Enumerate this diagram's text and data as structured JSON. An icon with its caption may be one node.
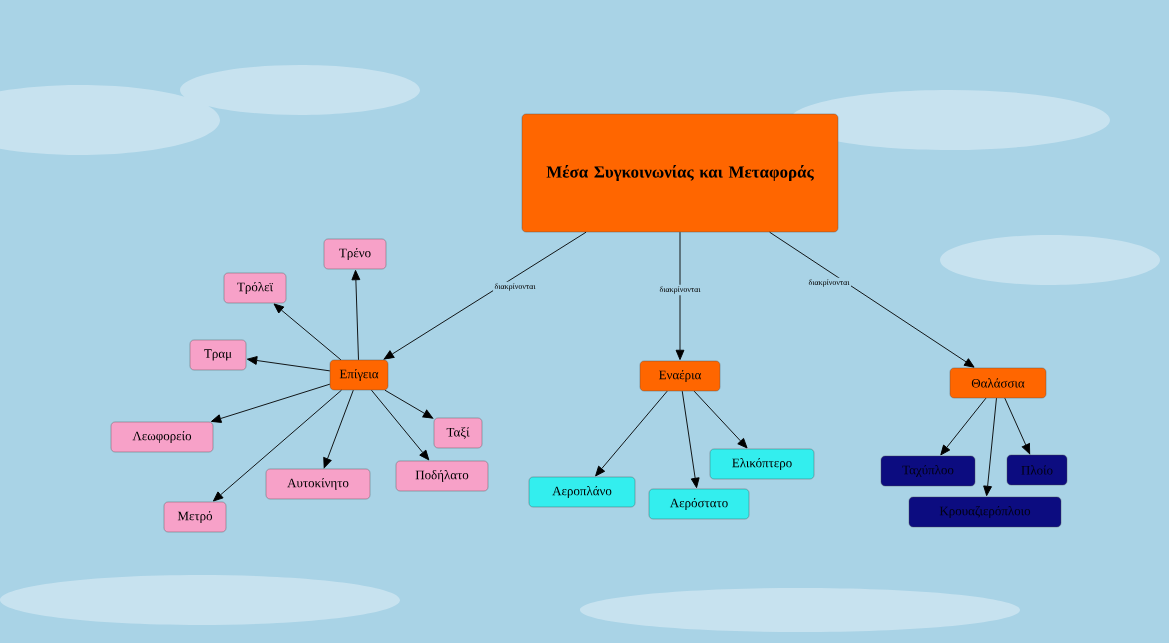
{
  "diagram": {
    "nodes": [
      {
        "text": [
          "Μέσα Συγκοινωνίας και Μεταφοράς"
        ]
      },
      {
        "text": [
          "Επίγεια"
        ]
      },
      {
        "text": [
          "Εναέρια"
        ]
      },
      {
        "text": [
          "Θαλάσσια"
        ]
      },
      {
        "text": [
          "Τρένο"
        ]
      },
      {
        "text": [
          "Τρόλεϊ"
        ]
      },
      {
        "text": [
          "Τραμ"
        ]
      },
      {
        "text": [
          "Λεωφορείο"
        ]
      },
      {
        "text": [
          "Ταξί"
        ]
      },
      {
        "text": [
          "Αυτοκίνητο"
        ]
      },
      {
        "text": [
          "Ποδήλατο"
        ]
      },
      {
        "text": [
          "Μετρό"
        ]
      },
      {
        "text": [
          "Ελικόπτερο"
        ]
      },
      {
        "text": [
          "Αεροπλάνο"
        ]
      },
      {
        "text": [
          "Αερόστατο"
        ]
      },
      {
        "text": [
          "Ταχύπλοο"
        ]
      },
      {
        "text": [
          "Πλοίο"
        ]
      },
      {
        "text": [
          "Κρουαζιερόπλοιο"
        ]
      }
    ],
    "edges": [
      {
        "from": 0,
        "to": 1,
        "arrow": "to",
        "label": "διακρίνονται"
      },
      {
        "from": 0,
        "to": 2,
        "arrow": "to",
        "label": "διακρίνονται"
      },
      {
        "from": 0,
        "to": 3,
        "arrow": "to",
        "label": "διακρίνονται"
      },
      {
        "from": 1,
        "to": 4,
        "arrow": "to"
      },
      {
        "from": 1,
        "to": 5,
        "arrow": "to"
      },
      {
        "from": 1,
        "to": 6,
        "arrow": "to"
      },
      {
        "from": 1,
        "to": 7,
        "arrow": "to"
      },
      {
        "from": 1,
        "to": 8,
        "arrow": "to"
      },
      {
        "from": 1,
        "to": 9,
        "arrow": "to"
      },
      {
        "from": 1,
        "to": 10,
        "arrow": "to"
      },
      {
        "from": 1,
        "to": 11,
        "arrow": "to"
      },
      {
        "from": 2,
        "to": 12,
        "arrow": "to"
      },
      {
        "from": 2,
        "to": 13,
        "arrow": "to"
      },
      {
        "from": 2,
        "to": 14,
        "arrow": "to"
      },
      {
        "from": 3,
        "to": 15,
        "arrow": "to"
      },
      {
        "from": 3,
        "to": 16,
        "arrow": "to"
      },
      {
        "from": 3,
        "to": 17,
        "arrow": "to"
      }
    ]
  }
}
